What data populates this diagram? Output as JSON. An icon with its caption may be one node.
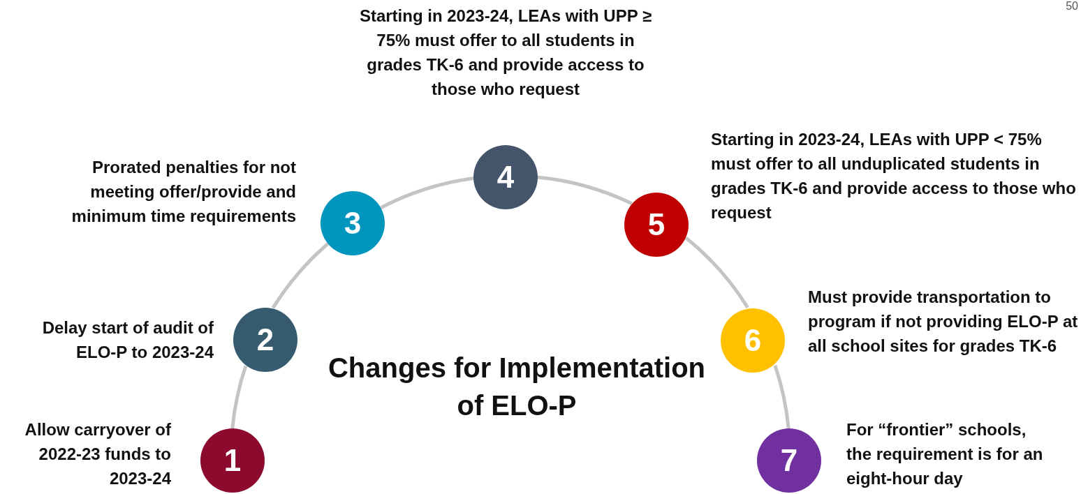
{
  "diagram": {
    "title": "Changes for Implementation of ELO-P",
    "nodes": [
      {
        "text": [
          "1"
        ],
        "beside": [
          "Allow carryover of 2022-23 funds to 2023-24"
        ]
      },
      {
        "text": [
          "2"
        ],
        "beside": [
          "Delay start of audit of ELO-P to 2023-24"
        ]
      },
      {
        "text": [
          "3"
        ],
        "beside": [
          "Prorated penalties for not meeting offer/provide and minimum time requirements"
        ]
      },
      {
        "text": [
          "4"
        ],
        "beside": [
          "Starting in 2023-24, LEAs with UPP ≥ 75% must offer to all students in grades TK-6 and provide access to those who request"
        ]
      },
      {
        "text": [
          "5"
        ],
        "beside": [
          "Starting in 2023-24, LEAs with UPP < 75% must offer to all unduplicated students in grades TK-6 and provide access to those who request"
        ]
      },
      {
        "text": [
          "6"
        ],
        "beside": [
          "Must provide transportation to program if not providing ELO-P at all school sites for grades TK-6"
        ]
      },
      {
        "text": [
          "7"
        ],
        "beside": [
          "For “frontier” schools, the requirement is for an eight-hour day"
        ]
      }
    ],
    "edges": [
      {
        "from": 0,
        "to": 1,
        "arrow": "none"
      },
      {
        "from": 1,
        "to": 2,
        "arrow": "none"
      },
      {
        "from": 2,
        "to": 3,
        "arrow": "none"
      },
      {
        "from": 3,
        "to": 4,
        "arrow": "none"
      },
      {
        "from": 4,
        "to": 5,
        "arrow": "none"
      },
      {
        "from": 5,
        "to": 6,
        "arrow": "none"
      }
    ],
    "labels": [
      "50"
    ]
  }
}
